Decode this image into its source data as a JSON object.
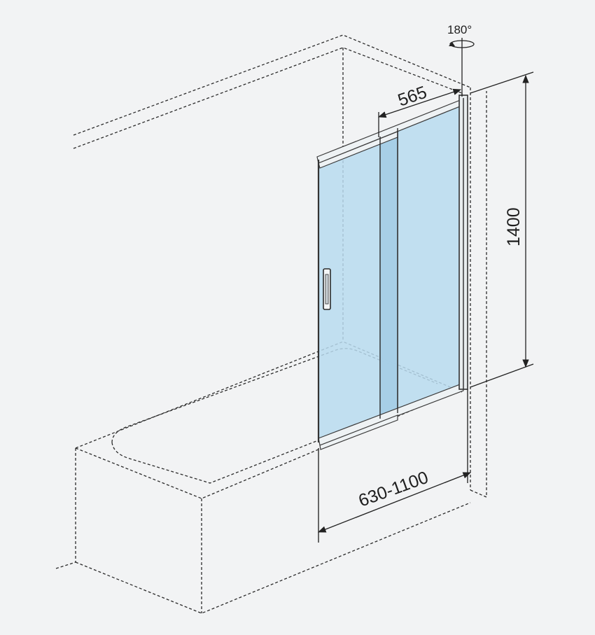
{
  "dimensions": {
    "panel_width": "565",
    "height": "1400",
    "span": "630-1100",
    "rotation": "180°"
  },
  "colors": {
    "background": "#f2f3f4",
    "glass": "#b9dbef",
    "outline": "#2b2b2b"
  }
}
